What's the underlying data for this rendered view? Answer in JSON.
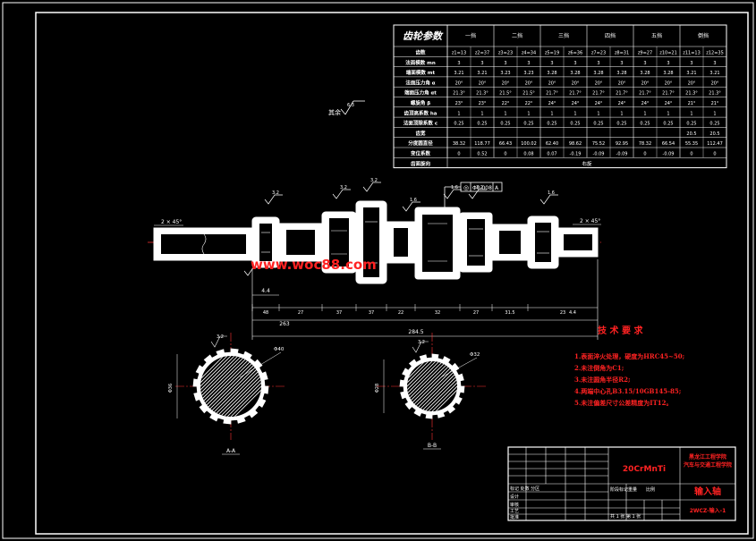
{
  "gear_table": {
    "title": "齿轮参数",
    "header_cols": [
      "一挡",
      "二挡",
      "三挡",
      "四挡",
      "五挡",
      "倒挡"
    ],
    "rows": [
      {
        "label": "齿数",
        "values": [
          "z1=13",
          "z2=37",
          "z3=23",
          "z4=34",
          "z5=19",
          "z6=36",
          "z7=23",
          "z8=31",
          "z9=27",
          "z10=21",
          "z11=13",
          "z12=35"
        ]
      },
      {
        "label": "法面模数 mn",
        "values": [
          "3",
          "3",
          "3",
          "3",
          "3",
          "3",
          "3",
          "3",
          "3",
          "3",
          "3",
          "3"
        ]
      },
      {
        "label": "端面模数 mt",
        "values": [
          "3.21",
          "3.21",
          "3.23",
          "3.23",
          "3.28",
          "3.28",
          "3.28",
          "3.28",
          "3.28",
          "3.28",
          "3.21",
          "3.21"
        ]
      },
      {
        "label": "法面压力角 α",
        "values": [
          "20°",
          "20°",
          "20°",
          "20°",
          "20°",
          "20°",
          "20°",
          "20°",
          "20°",
          "20°",
          "20°",
          "20°"
        ]
      },
      {
        "label": "端面压力角 αt",
        "values": [
          "21.3°",
          "21.3°",
          "21.5°",
          "21.5°",
          "21.7°",
          "21.7°",
          "21.7°",
          "21.7°",
          "21.7°",
          "21.7°",
          "21.3°",
          "21.3°"
        ]
      },
      {
        "label": "螺旋角 β",
        "values": [
          "23°",
          "23°",
          "22°",
          "22°",
          "24°",
          "24°",
          "24°",
          "24°",
          "24°",
          "24°",
          "21°",
          "21°"
        ]
      },
      {
        "label": "齿顶高系数 ha",
        "values": [
          "1",
          "1",
          "1",
          "1",
          "1",
          "1",
          "1",
          "1",
          "1",
          "1",
          "1",
          "1"
        ]
      },
      {
        "label": "法面顶隙系数 c",
        "values": [
          "0.25",
          "0.25",
          "0.25",
          "0.25",
          "0.25",
          "0.25",
          "0.25",
          "0.25",
          "0.25",
          "0.25",
          "0.25",
          "0.25"
        ]
      },
      {
        "label": "齿宽",
        "values": [
          "",
          "",
          "",
          "",
          "",
          "",
          "",
          "",
          "",
          "",
          "20.5",
          "20.5"
        ]
      },
      {
        "label": "分度圆直径",
        "values": [
          "38.32",
          "118.77",
          "66.43",
          "100.02",
          "62.40",
          "98.62",
          "75.52",
          "92.95",
          "78.32",
          "66.54",
          "55.35",
          "112.47"
        ]
      },
      {
        "label": "变位系数",
        "values": [
          "0",
          "0.52",
          "0",
          "0.08",
          "0.07",
          "-0.19",
          "-0.09",
          "-0.09",
          "0",
          "-0.09",
          "0",
          "0"
        ]
      },
      {
        "label": "齿面旋向",
        "values": [
          "右旋"
        ]
      }
    ]
  },
  "roughness_note": {
    "prefix": "其余",
    "value": "6.3"
  },
  "watermark": "www.woc88.com",
  "datum_frame": {
    "symbol": "◎",
    "value": "Φ0.008",
    "datum": "A"
  },
  "chamfer_left": "2 × 45°",
  "chamfer_right": "2 × 45°",
  "dimensions": {
    "total": "284.5",
    "overall": "263",
    "segments": [
      "48",
      "27",
      "37",
      "37",
      "22",
      "32",
      "27",
      "31.5",
      "23"
    ],
    "small": [
      "4.4",
      "4.4"
    ]
  },
  "roughness_marks": [
    "3.2",
    "3.2",
    "3.2",
    "1.6",
    "1.6",
    "3.2",
    "1.6",
    "3.2"
  ],
  "tech_req": {
    "title": "技 术 要 求",
    "items": [
      "1.表面淬火处理，硬度为HRC45~50;",
      "2.未注倒角为C1;",
      "3.未注圆角半径R2;",
      "4.两端中心孔B3.15/10GB145-85;",
      "5.未注偏差尺寸公差精度为IT12。"
    ]
  },
  "sections": [
    {
      "label": "A-A",
      "dia": "Φ40",
      "dia2": "Φ36",
      "rough": "3.2"
    },
    {
      "label": "B-B",
      "dia": "Φ32",
      "dia2": "Φ28",
      "rough": "3.2"
    }
  ],
  "title_block": {
    "material": "20CrMnTi",
    "school": "黑龙江工程学院\n汽车与交通工程学院",
    "part_name": "输入轴",
    "drawing_no": "2WCZ-输入-1",
    "row_labels": [
      "标记 处数 分区",
      "设计",
      "审核",
      "工艺",
      "批准"
    ],
    "mid_labels": [
      "阶段标记",
      "重量",
      "比例",
      "共 1 张 第 1 张"
    ]
  },
  "colors": {
    "line": "#ffffff",
    "dim": "#ffffff",
    "center": "#ff3333",
    "tech": "#ff2222",
    "title_red": "#ff2222",
    "fill": "#ffffff"
  }
}
